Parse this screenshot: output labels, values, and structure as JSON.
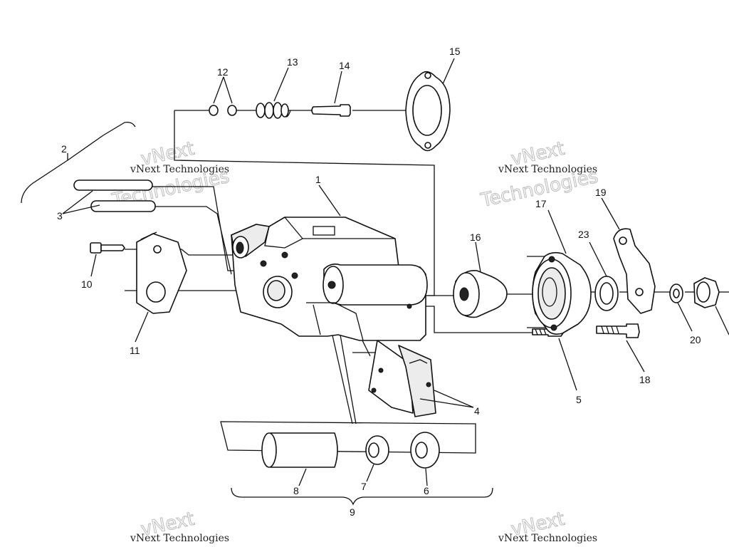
{
  "watermarks": [
    {
      "line1": "vNext Technologies",
      "line2": "Technologies",
      "big": "vNext"
    },
    {
      "line1": "vNext Technologies",
      "line2": "Technologies",
      "big": "vNext"
    },
    {
      "line1": "vNext Technologies",
      "line2": "",
      "big": "vNext"
    },
    {
      "line1": "vNext Technologies",
      "line2": "",
      "big": "vNext"
    }
  ],
  "callouts": {
    "c1": "1",
    "c2": "2",
    "c3": "3",
    "c4": "4",
    "c5": "5",
    "c6": "6",
    "c7": "7",
    "c8": "8",
    "c9": "9",
    "c10": "10",
    "c11": "11",
    "c12": "12",
    "c13": "13",
    "c14": "14",
    "c15": "15",
    "c16": "16",
    "c17": "17",
    "c18": "18",
    "c19": "19",
    "c20": "20",
    "c23": "23"
  }
}
